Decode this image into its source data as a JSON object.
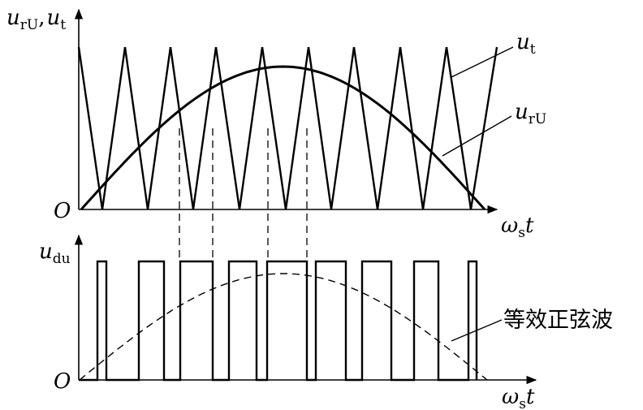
{
  "chart_data": [
    {
      "type": "line",
      "title": "",
      "ylabel": "u_rU, u_t",
      "xlabel": "ω_s t",
      "origin_label": "O",
      "series": [
        {
          "name": "u_t",
          "shape": "triangular carrier",
          "periods": 9
        },
        {
          "name": "u_rU",
          "shape": "half sine reference"
        }
      ]
    },
    {
      "type": "line",
      "title": "",
      "ylabel": "u_du",
      "xlabel": "ω_s t",
      "origin_label": "O",
      "series": [
        {
          "name": "u_du",
          "shape": "rectangular SPWM pulses",
          "pulses": 9
        },
        {
          "name": "等效正弦波",
          "shape": "dashed half sine"
        }
      ]
    }
  ],
  "labels": {
    "top_y_u": "u",
    "top_y_sub1": "rU",
    "top_y_sep": ",",
    "top_y_u2": "u",
    "top_y_sub2": "t",
    "top_origin": "O",
    "top_x_omega": "ω",
    "top_x_sub": "s",
    "top_x_t": "t",
    "carrier_u": "u",
    "carrier_sub": "t",
    "ref_u": "u",
    "ref_sub": "rU",
    "bot_y_u": "u",
    "bot_y_sub": "du",
    "bot_origin": "O",
    "bot_x_omega": "ω",
    "bot_x_sub": "s",
    "bot_x_t": "t",
    "equiv_sine": "等效正弦波"
  }
}
